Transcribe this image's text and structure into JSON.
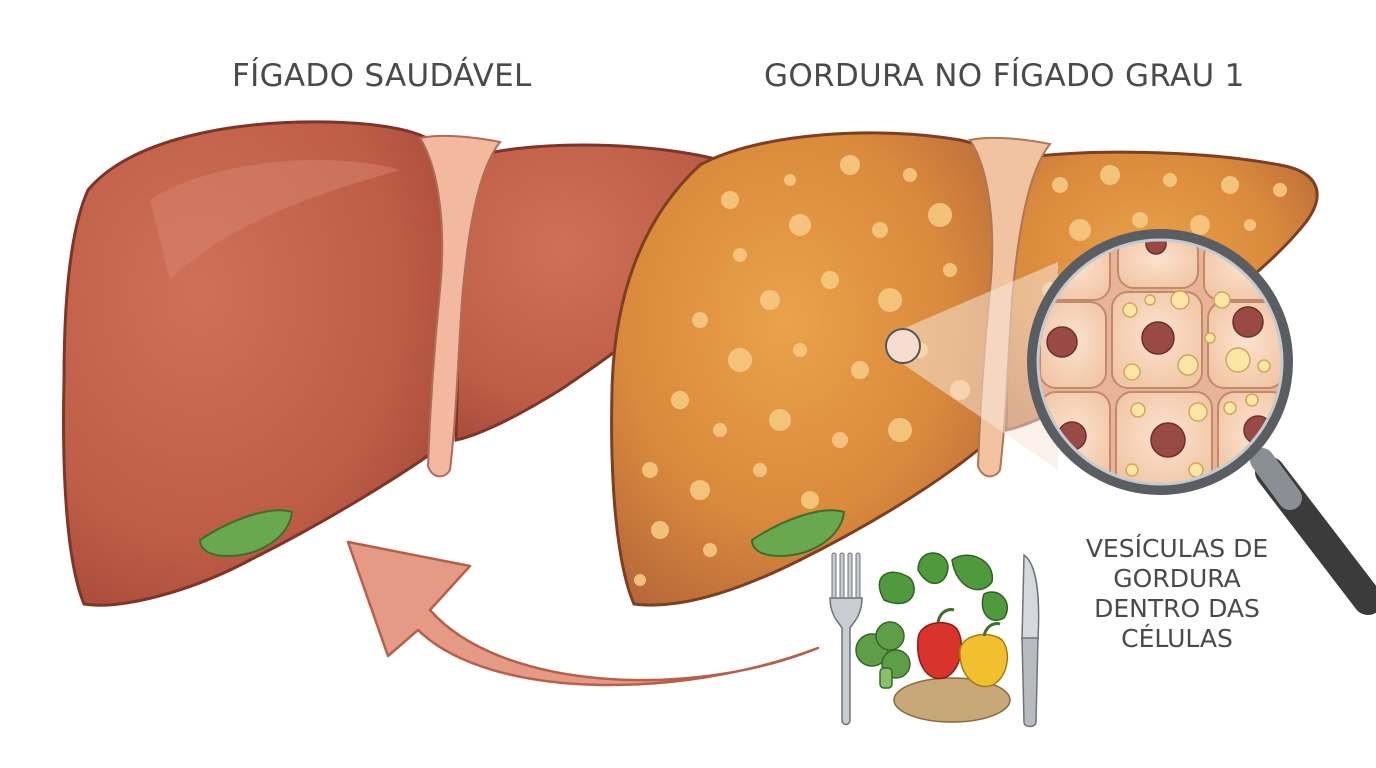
{
  "labels": {
    "healthy_liver": "FÍGADO SAUDÁVEL",
    "fatty_liver": "GORDURA NO FÍGADO GRAU 1",
    "magnifier_caption": [
      "VESÍCULAS DE",
      "GORDURA",
      "DENTRO DAS",
      "CÉLULAS"
    ]
  },
  "colors": {
    "healthy_liver": "#c0604a",
    "fatty_liver": "#d98a3c",
    "fat_droplet": "#f6c983",
    "gallbladder": "#6aa84f",
    "arrow": "#e59a86",
    "text": "#4a4a4a"
  },
  "icons": [
    "fork-icon",
    "knife-icon",
    "vegetables-icon",
    "magnifier-icon",
    "curved-arrow-icon"
  ]
}
